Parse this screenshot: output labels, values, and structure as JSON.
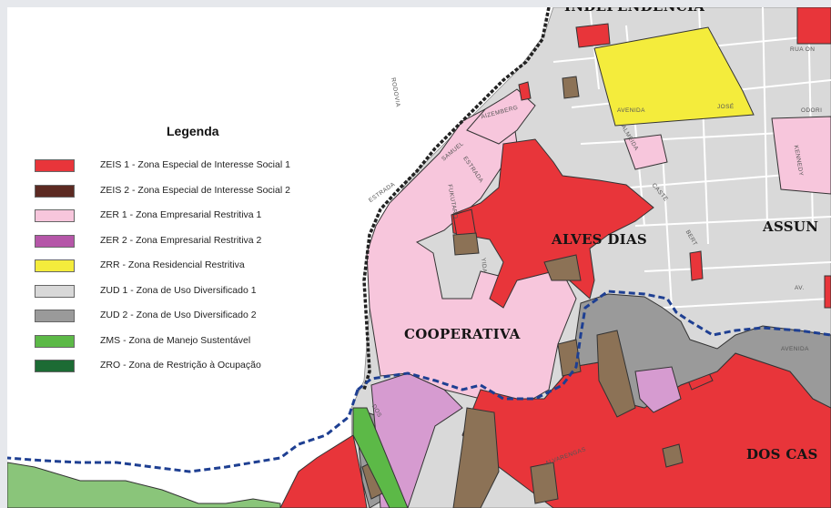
{
  "legend": {
    "title": "Legenda",
    "items": [
      {
        "label": "ZEIS 1 - Zona Especial de Interesse Social 1",
        "color": "#e8353a"
      },
      {
        "label": "ZEIS 2 - Zona Especial de Interesse Social 2",
        "color": "#5c2a22"
      },
      {
        "label": "ZER 1 - Zona Empresarial Restritiva 1",
        "color": "#f7c6dc"
      },
      {
        "label": "ZER 2 - Zona Empresarial Restritiva 2",
        "color": "#b556a8"
      },
      {
        "label": "ZRR - Zona Residencial Restritiva",
        "color": "#f4ec3c"
      },
      {
        "label": "ZUD 1 - Zona de Uso Diversificado 1",
        "color": "#d8d8d8"
      },
      {
        "label": "ZUD 2 - Zona de Uso Diversificado 2",
        "color": "#9a9a9a"
      },
      {
        "label": "ZMS - Zona de Manejo Sustentável",
        "color": "#5cb947"
      },
      {
        "label": "ZRO - Zona de Restrição à Ocupação",
        "color": "#1c6b34"
      }
    ]
  },
  "places": {
    "alves_dias": "ALVES DIAS",
    "assun": "ASSUN",
    "cooperativa": "COOPERATIVA",
    "dos_cas": "DOS CAS",
    "top_cut": "INDEPENDENCIA"
  },
  "streets": {
    "rodovia": "RODOVIA",
    "aizemberg": "AIZEMBERG",
    "samuel": "SAMUEL",
    "estrada1": "ESTRADA",
    "estrada2": "ESTRADA",
    "fukutaro": "FUKUTARO",
    "yida": "YIDA",
    "avenida1": "AVENIDA",
    "jose": "JOSÉ",
    "rua_on": "RUA  ON",
    "odori": "ODORI",
    "kennedy": "KENNEDY",
    "av": "AV.",
    "avenida2": "AVENIDA",
    "dos": "DOS",
    "alvarengas": "ALVARENGAS",
    "castelo": "CASTE",
    "almeida": "ALMEIDA",
    "bertioga": "BERT"
  }
}
